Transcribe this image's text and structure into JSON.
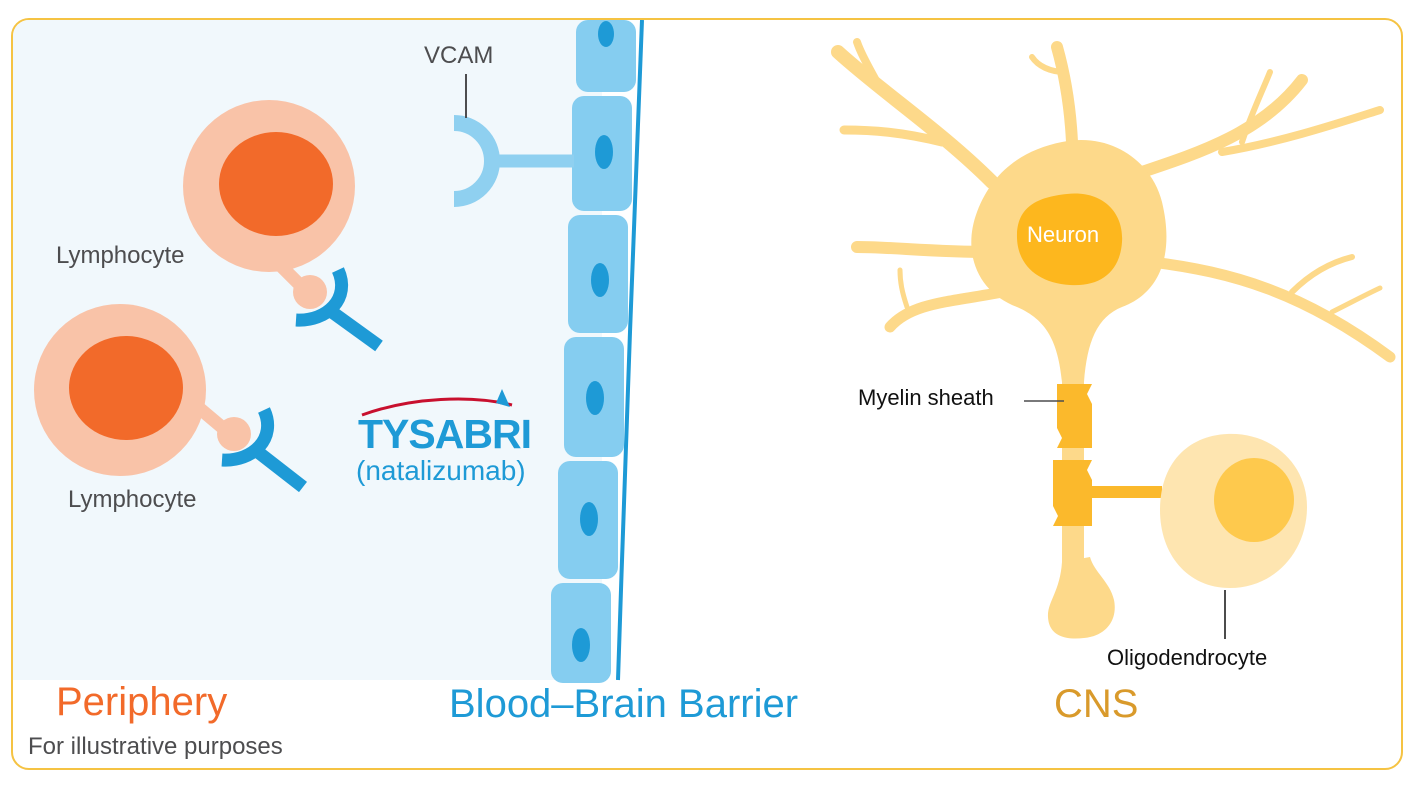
{
  "labels": {
    "vcam": "VCAM",
    "lymphocyte_top": "Lymphocyte",
    "lymphocyte_bottom": "Lymphocyte",
    "neuron": "Neuron",
    "myelin_sheath": "Myelin sheath",
    "oligodendrocyte": "Oligodendrocyte"
  },
  "regions": {
    "periphery": "Periphery",
    "barrier": "Blood–Brain Barrier",
    "cns": "CNS"
  },
  "footnote": "For illustrative purposes",
  "logo": {
    "brand": "TYSABRI",
    "generic": "(natalizumab)"
  },
  "colors": {
    "frame": "#f5c343",
    "periphery_bg": "#f1f8fc",
    "lymphocyte_outer": "#f9c3a8",
    "lymphocyte_nucleus": "#f26a2a",
    "antibody": "#1e9ad6",
    "vcam": "#8fd0f0",
    "endothelium": "#85cdf0",
    "endothelium_nucleus": "#1e9ad6",
    "neuron_body": "#fdd98a",
    "neuron_nucleus": "#fdb71e",
    "myelin": "#fbb92c",
    "oligodendrocyte": "#fee5b0",
    "periphery_text": "#f26a2a",
    "barrier_text": "#1e9ad6",
    "cns_text": "#d99a2b"
  }
}
